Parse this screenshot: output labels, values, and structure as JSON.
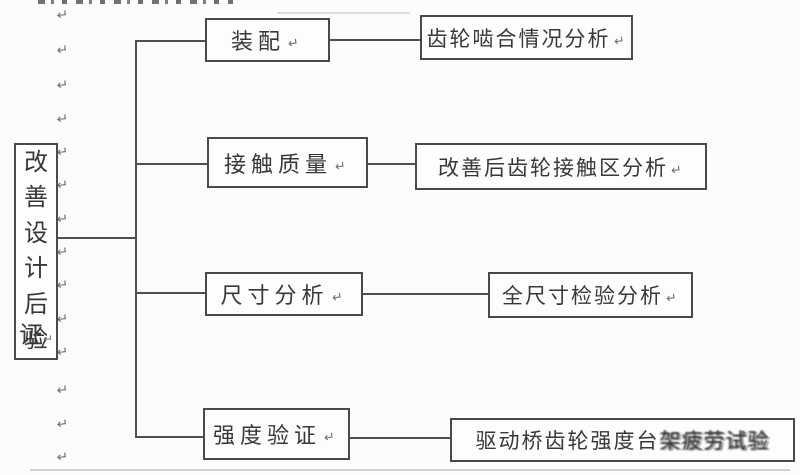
{
  "colors": {
    "background": "#fcfcfc",
    "line": "#4f4f4f",
    "box_border": "#4a4a4a",
    "text": "#383838",
    "return_mark": "#707070",
    "faint_rule": "#d0d0d0"
  },
  "diagram": {
    "root": {
      "label": "改善设计后验证",
      "chars": [
        "改",
        "善",
        "设",
        "计",
        "后",
        "验",
        "证"
      ]
    },
    "branches": [
      {
        "category": "装配",
        "detail": "齿轮啮合情况分析"
      },
      {
        "category": "接触质量",
        "detail": "改善后齿轮接触区分析"
      },
      {
        "category": "尺寸分析",
        "detail": "全尺寸检验分析"
      },
      {
        "category": "强度验证",
        "detail": "驱动桥齿轮强度台架疲劳试验",
        "detail_clear": "驱动桥齿轮强度台",
        "detail_ghost": "架疲劳试验"
      }
    ],
    "return_mark": "↵"
  },
  "marks": {
    "glyph": "↵",
    "x": 57,
    "ys": [
      8,
      43,
      78,
      112,
      145,
      178,
      212,
      245,
      278,
      312,
      345,
      383,
      417,
      450
    ]
  }
}
